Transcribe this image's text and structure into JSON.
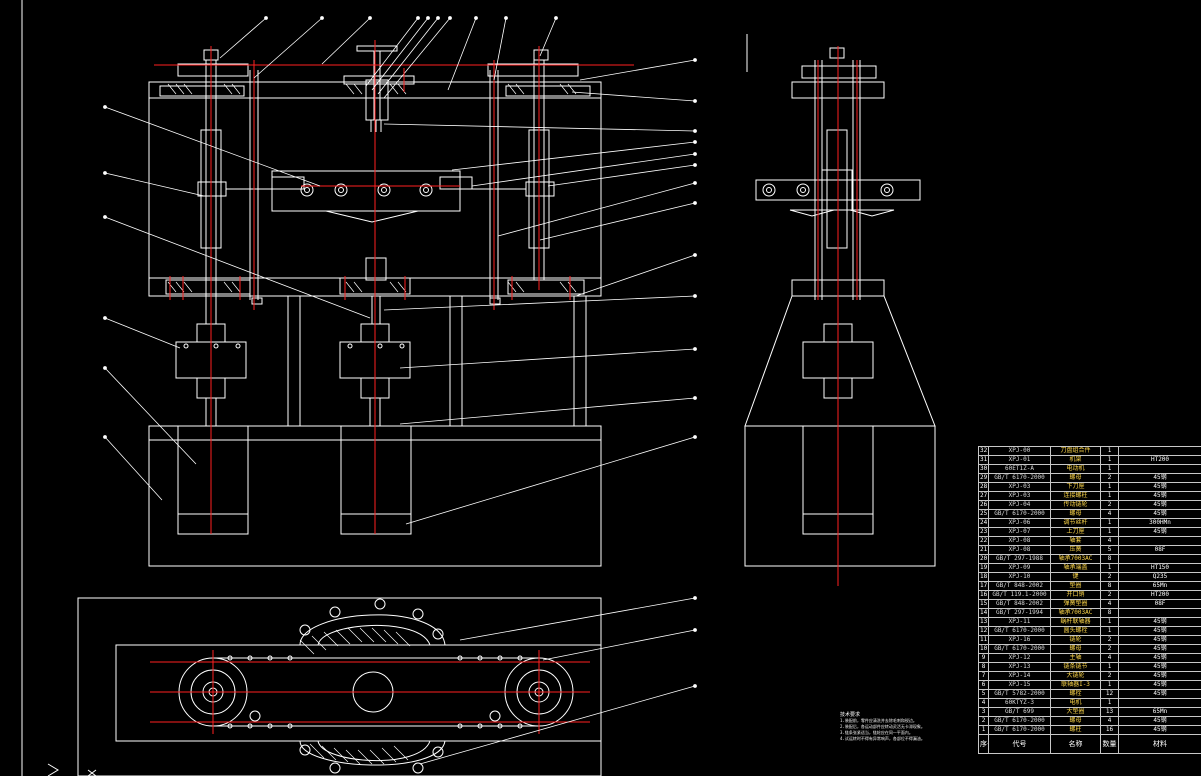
{
  "drawing": {
    "colors": {
      "background": "#000000",
      "outline": "#ffffff",
      "centerline": "#ff2020",
      "leader": "#ffffff"
    }
  },
  "bom": {
    "rows": [
      {
        "no": "32",
        "code": "XPJ-00",
        "name": "刀盘组合件",
        "qty": "1",
        "material": ""
      },
      {
        "no": "31",
        "code": "XPJ-01",
        "name": "机架",
        "qty": "1",
        "material": "HT200"
      },
      {
        "no": "30",
        "code": "60ET1Z-A",
        "name": "电动机",
        "qty": "1",
        "material": ""
      },
      {
        "no": "29",
        "code": "GB/T 6170-2000",
        "name": "螺母",
        "qty": "2",
        "material": "45钢"
      },
      {
        "no": "28",
        "code": "XPJ-03",
        "name": "下刀座",
        "qty": "1",
        "material": "45钢"
      },
      {
        "no": "27",
        "code": "XPJ-03",
        "name": "连接螺柱",
        "qty": "1",
        "material": "45钢"
      },
      {
        "no": "26",
        "code": "XPJ-04",
        "name": "传动链轮",
        "qty": "2",
        "material": "45钢"
      },
      {
        "no": "25",
        "code": "GB/T 6170-2000",
        "name": "螺母",
        "qty": "4",
        "material": "45钢"
      },
      {
        "no": "24",
        "code": "XPJ-06",
        "name": "调节丝杆",
        "qty": "1",
        "material": "300HMn"
      },
      {
        "no": "23",
        "code": "XPJ-07",
        "name": "上刀座",
        "qty": "1",
        "material": "45钢"
      },
      {
        "no": "22",
        "code": "XPJ-08",
        "name": "轴套",
        "qty": "4",
        "material": ""
      },
      {
        "no": "21",
        "code": "XPJ-08",
        "name": "压簧",
        "qty": "5",
        "material": "08F"
      },
      {
        "no": "20",
        "code": "GB/T 297-1988",
        "name": "轴承7003AC",
        "qty": "8",
        "material": ""
      },
      {
        "no": "19",
        "code": "XPJ-09",
        "name": "轴承端盖",
        "qty": "1",
        "material": "HT150"
      },
      {
        "no": "18",
        "code": "XPJ-10",
        "name": "键",
        "qty": "2",
        "material": "Q235"
      },
      {
        "no": "17",
        "code": "GB/T 848-2002",
        "name": "垫圈",
        "qty": "8",
        "material": "65Mn"
      },
      {
        "no": "16",
        "code": "GB/T 119.1-2000",
        "name": "开口销",
        "qty": "2",
        "material": "HT200"
      },
      {
        "no": "15",
        "code": "GB/T 848-2002",
        "name": "弹簧垫圈",
        "qty": "4",
        "material": "08F"
      },
      {
        "no": "14",
        "code": "GB/T 297-1994",
        "name": "轴承7003AC",
        "qty": "8",
        "material": ""
      },
      {
        "no": "13",
        "code": "XPJ-11",
        "name": "蜗杆联轴器",
        "qty": "1",
        "material": "45钢"
      },
      {
        "no": "12",
        "code": "GB/T 6170-2000",
        "name": "圆头螺栓",
        "qty": "1",
        "material": "45钢"
      },
      {
        "no": "11",
        "code": "XPJ-16",
        "name": "链轮",
        "qty": "2",
        "material": "45钢"
      },
      {
        "no": "10",
        "code": "GB/T 6170-2000",
        "name": "螺母",
        "qty": "2",
        "material": "45钢"
      },
      {
        "no": "9",
        "code": "XPJ-12",
        "name": "主轴",
        "qty": "4",
        "material": "45钢"
      },
      {
        "no": "8",
        "code": "XPJ-13",
        "name": "链条链节",
        "qty": "1",
        "material": "45钢"
      },
      {
        "no": "7",
        "code": "XPJ-14",
        "name": "大链轮",
        "qty": "2",
        "material": "45钢"
      },
      {
        "no": "6",
        "code": "XPJ-15",
        "name": "联轴器I-3",
        "qty": "1",
        "material": "45钢"
      },
      {
        "no": "5",
        "code": "GB/T 5782-2000",
        "name": "螺栓",
        "qty": "12",
        "material": "45钢"
      },
      {
        "no": "4",
        "code": "60KTYZ-3",
        "name": "电机",
        "qty": "1",
        "material": ""
      },
      {
        "no": "3",
        "code": "GB/T 699",
        "name": "大垫圈",
        "qty": "13",
        "material": "65Mn"
      },
      {
        "no": "2",
        "code": "GB/T 6170-2000",
        "name": "螺母",
        "qty": "4",
        "material": "45钢"
      },
      {
        "no": "1",
        "code": "GB/T 6170-2000",
        "name": "螺柱",
        "qty": "16",
        "material": "45钢"
      }
    ],
    "header": {
      "no": "序号",
      "code": "代号",
      "name": "名称",
      "qty": "数量",
      "material": "材料"
    }
  },
  "notes": {
    "title": "技术要求",
    "lines": [
      "1.装配前，零件应清洗并去除毛刺和锐边。",
      "2.装配后，各运动部件应转动灵活无卡滞现象。",
      "3.链条张紧适当，链轮应在同一平面内。",
      "4.试运转时不得有异常响声，各部位不得漏油。"
    ]
  }
}
